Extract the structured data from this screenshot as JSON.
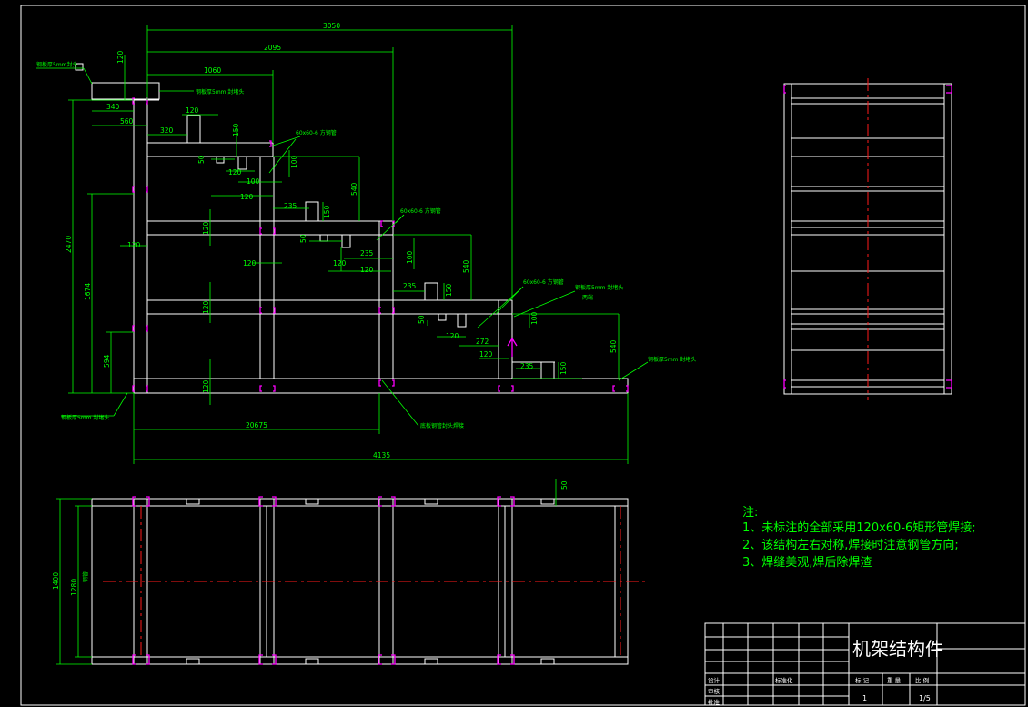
{
  "dimensions": {
    "d3050": "3050",
    "d2095": "2095",
    "d1060": "1060",
    "d120a": "120",
    "d340": "340",
    "d560": "560",
    "d320": "320",
    "d120b": "120",
    "d150a": "150",
    "d50a": "50",
    "d120c": "120",
    "d100a": "100",
    "d100b": "100",
    "d120d": "120",
    "d235a": "235",
    "d150b": "150",
    "d540a": "540",
    "d2470": "2470",
    "d1674": "1674",
    "d594": "594",
    "d120e": "120",
    "d120f": "120",
    "d120g": "120",
    "d120h": "120",
    "d120i": "120",
    "d50b": "50",
    "d120j": "120",
    "d235b": "235",
    "d120k": "120",
    "d100c": "100",
    "d540b": "540",
    "d235c": "235",
    "d150c": "150",
    "d50c": "50",
    "d100d": "100",
    "d120l": "120",
    "d272": "272",
    "d120m": "120",
    "d540c": "540",
    "d235d": "235",
    "d150d": "150",
    "d120n": "120",
    "d2067": "20675",
    "d4135": "4135",
    "d50e": "50",
    "d1400": "1400",
    "d1280": "1280"
  },
  "labels": {
    "top_left_plate": "钢板厚5mm封头",
    "top_plate": "钢板厚5mm 封堵头",
    "tube1": "60x60-6 方钢管",
    "tube2": "60x60-6 方钢管",
    "tube3": "60x60-6 方钢管",
    "plate_right": "钢板厚5mm 封堵头",
    "plate_right2": "两端",
    "plate_far_right": "钢板厚5mm 封堵头",
    "plate_bottom_left": "钢板厚5mm 封堵头",
    "weld_note": "底板钢管封头焊接",
    "plan_note": "钢管"
  },
  "notes": {
    "heading": "注:",
    "line1": "1、未标注的全部采用120x60-6矩形管焊接;",
    "line2": "2、该结构左右对称,焊接时注意钢管方向;",
    "line3": "3、焊缝美观,焊后除焊渣"
  },
  "title_block": {
    "title": "机架结构件",
    "design": "设计",
    "review": "审核",
    "approve": "批准",
    "std": "标准化",
    "mark": "标 记",
    "weight": "重 量",
    "scale": "比 例",
    "mark_val": "1",
    "scale_val": "1/5"
  },
  "colors": {
    "lines": "#ffffff",
    "dimensions": "#00ff00",
    "centerline": "#ff1a1a",
    "caps": "#ff00ff"
  }
}
